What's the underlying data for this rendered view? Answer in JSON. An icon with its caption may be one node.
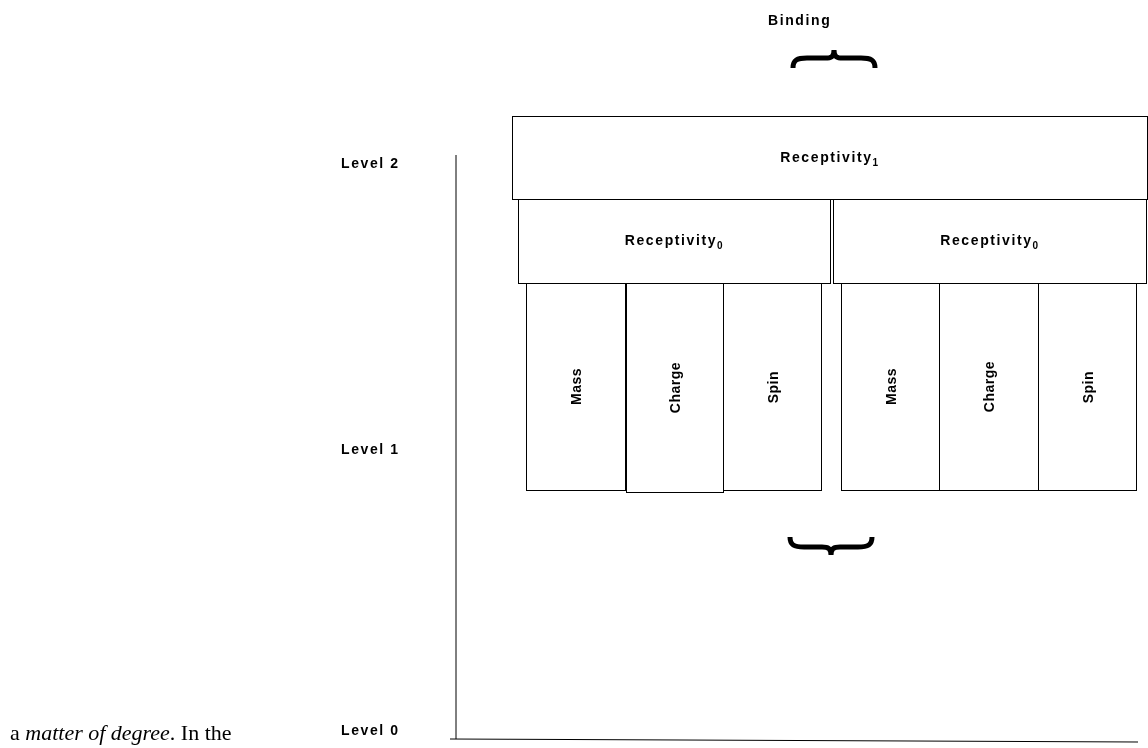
{
  "diagram": {
    "nodes": [
      {
        "text": [
          "Receptivity$_{1}$"
        ]
      },
      {
        "text": [
          "Receptivity$_{0}$"
        ]
      },
      {
        "text": [
          "Receptivity$_{0}$"
        ]
      },
      {
        "text": [
          "Mass"
        ]
      },
      {
        "text": [
          "Charge"
        ]
      },
      {
        "text": [
          "Spin"
        ]
      },
      {
        "text": [
          "Mass"
        ]
      },
      {
        "text": [
          "Charge"
        ]
      },
      {
        "text": [
          "Spin"
        ]
      }
    ],
    "labels": [
      "Binding",
      "Level 2",
      "Level 1",
      "a *matter of degree*. In the",
      "Level 0"
    ]
  }
}
